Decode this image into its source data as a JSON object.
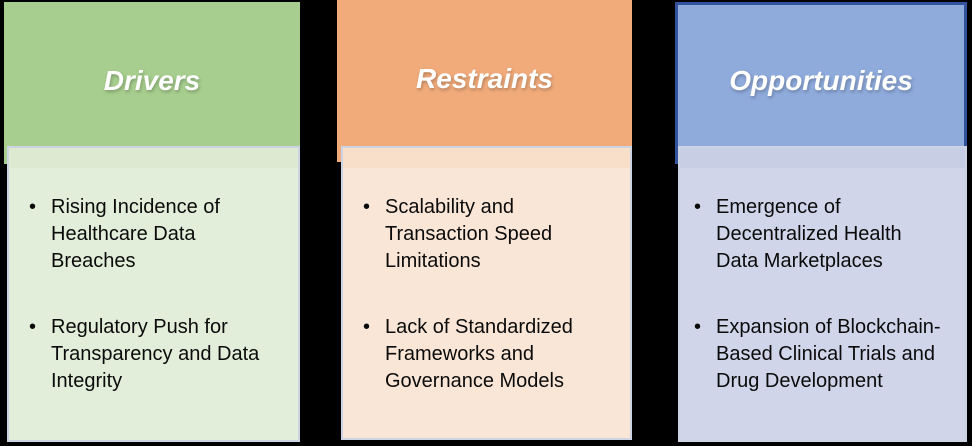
{
  "background_color": "#000000",
  "bullet_glyph": "•",
  "title_text_color": "#FFFFFF",
  "body_text_color": "#0B0B0B",
  "panel_border_color": "#CCD3E2",
  "columns": [
    {
      "id": "drivers",
      "title": "Drivers",
      "header_color": "#A7CE8E",
      "band_color": "#DEE9D1",
      "body_color": "#E3EEDA",
      "items": [
        "Rising Incidence of Healthcare Data Breaches",
        "Regulatory Push for Transparency and Data Integrity"
      ]
    },
    {
      "id": "restraints",
      "title": "Restraints",
      "header_color": "#F1AB7B",
      "band_color": "#F8DFCA",
      "body_color": "#FAE6D6",
      "items": [
        "Scalability and Transaction Speed Limitations",
        "Lack of Standardized Frameworks and Governance Models"
      ]
    },
    {
      "id": "opportunities",
      "title": "Opportunities",
      "header_color": "#8FABDC",
      "header_border_color": "#33539E",
      "band_color": "#C8CFE5",
      "body_color": "#D0D5EA",
      "items": [
        "Emergence of Decentralized Health Data Marketplaces",
        "Expansion of Blockchain-Based Clinical Trials and Drug Development"
      ]
    }
  ]
}
